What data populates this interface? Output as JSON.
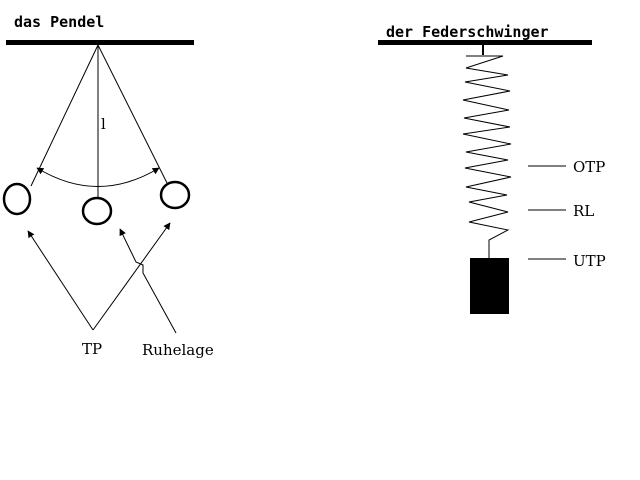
{
  "pendulum": {
    "title": "das Pendel",
    "length_label": "l",
    "tp_label": "TP",
    "rest_label": "Ruhelage"
  },
  "spring": {
    "title": "der Federschwinger",
    "otp_label": "OTP",
    "rl_label": "RL",
    "utp_label": "UTP"
  },
  "colors": {
    "ink": "#000000",
    "background": "#ffffff"
  }
}
